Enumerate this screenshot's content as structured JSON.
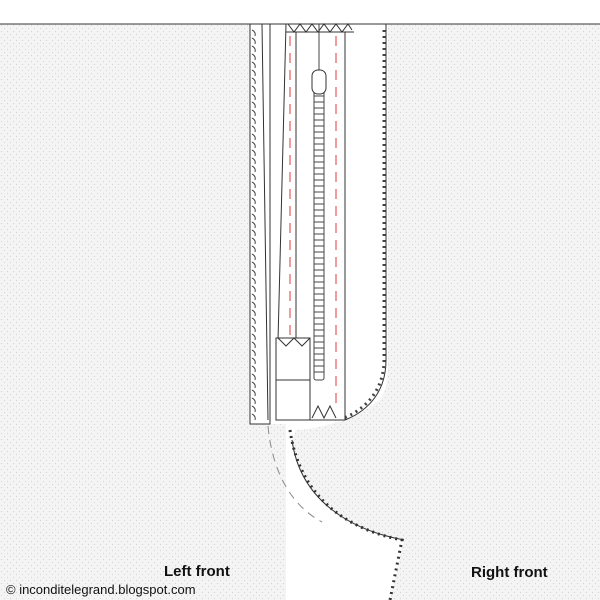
{
  "labels": {
    "left_front": "Left front",
    "right_front": "Right front"
  },
  "credit": "© inconditelegrand.blogspot.com",
  "colors": {
    "fabric": "#f3f3f3",
    "outline": "#333333",
    "stitch_red": "#e23a3a",
    "stitch_grey": "#8a8a8a"
  }
}
